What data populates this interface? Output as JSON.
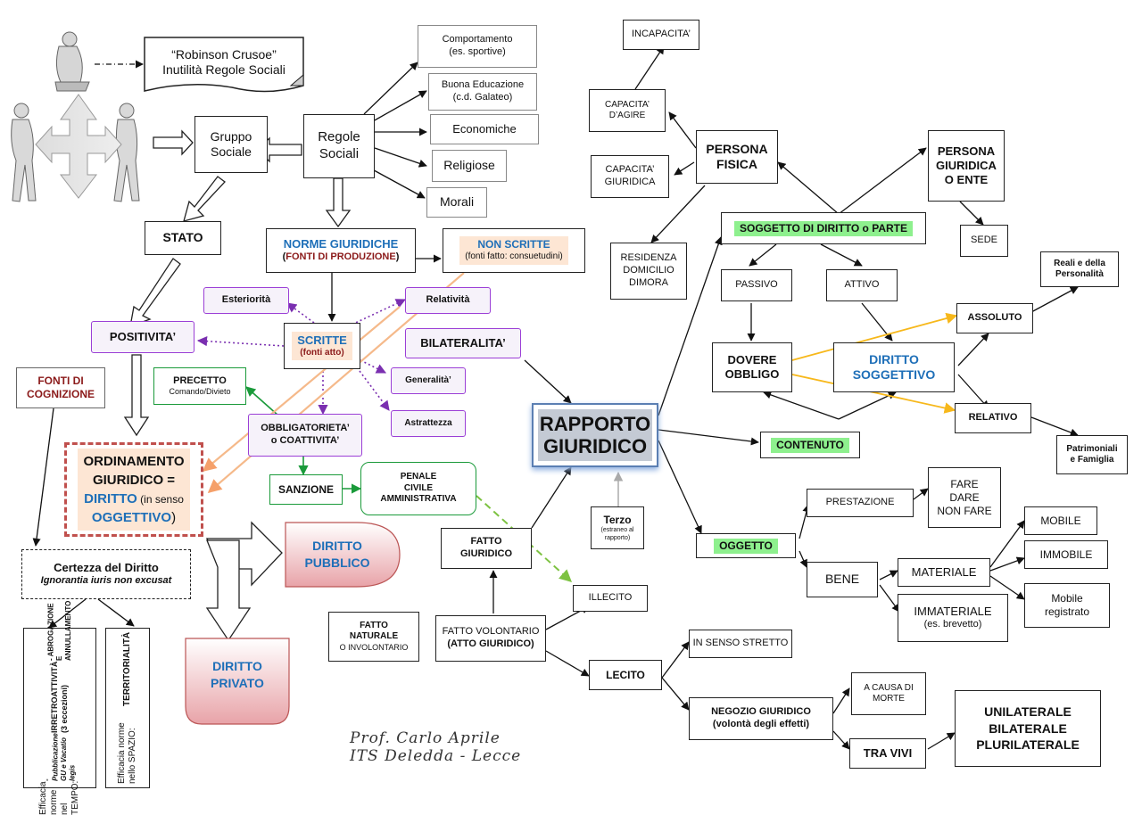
{
  "robinson": {
    "line1": "“Robinson Crusoe”",
    "line2": "Inutilità Regole Sociali"
  },
  "gruppo": {
    "line1": "Gruppo",
    "line2": "Sociale"
  },
  "regole": {
    "line1": "Regole",
    "line2": "Sociali"
  },
  "comportamento": {
    "line1": "Comportamento",
    "line2": "(es. sportive)"
  },
  "buona": {
    "line1": "Buona Educazione",
    "line2": "(c.d. Galateo)"
  },
  "economiche": "Economiche",
  "religiose": "Religiose",
  "morali": "Morali",
  "stato": "STATO",
  "norme": {
    "line1": "NORME GIURIDICHE",
    "line2a": "(",
    "line2b": "FONTI DI PRODUZIONE",
    "line2c": ")"
  },
  "non_scritte": {
    "line1": "NON SCRITTE",
    "line2": "(fonti fatto:  consuetudini)"
  },
  "esteriorita": "Esteriorità",
  "relativita": "Relatività",
  "positivita": "POSITIVITA’",
  "scritte": {
    "line1": "SCRITTE",
    "line2": "(fonti atto)"
  },
  "bilateralita": "BILATERALITA’",
  "precetto": {
    "line1": "PRECETTO",
    "line2": "Comando/Divieto"
  },
  "generalita": "Generalità’",
  "astrattezza": "Astrattezza",
  "fonti_cognizione": {
    "line1": "FONTI DI",
    "line2": "COGNIZIONE"
  },
  "obbligatorieta": {
    "line1": "OBBLIGATORIETA’",
    "line2": "o COATTIVITA’"
  },
  "ordinamento": {
    "line1": "ORDINAMENTO",
    "line2": "GIURIDICO   =",
    "line3a": "DIRITTO",
    "line3b": " (in senso",
    "line4a": "OGGETTIVO",
    "line4b": ")"
  },
  "sanzione": "SANZIONE",
  "penale": {
    "line1": "PENALE",
    "line2": "CIVILE",
    "line3": "AMMINISTRATIVA"
  },
  "diritto_pubblico": {
    "line1": "DIRITTO",
    "line2": "PUBBLICO"
  },
  "diritto_privato": {
    "line1": "DIRITTO",
    "line2": "PRIVATO"
  },
  "certezza": {
    "line1": "Certezza del Diritto",
    "line2": "Ignorantia iuris non excusat"
  },
  "tempo": {
    "line1": "Efficacia norme nel TEMPO:",
    "line2": "-  Pubblicazione  GU e Vacatio legis",
    "line3": "IRRETROATTIVITÀ (3 eccezioni)",
    "line4": "-  ABROGAZIONE E ANNULLAMENTO"
  },
  "spazio": {
    "line1": "Efficacia norme nello SPAZIO:",
    "line2": "TERRITORIALITÀ"
  },
  "signature": {
    "line1": "Prof. Carlo Aprile",
    "line2": "ITS Deledda - Lecce"
  },
  "incapacita": "INCAPACITA’",
  "capacita_agire": {
    "line1": "CAPACITA’",
    "line2": "D’AGIRE"
  },
  "capacita_giuridica": {
    "line1": "CAPACITA’",
    "line2": "GIURIDICA"
  },
  "persona_fisica": {
    "line1": "PERSONA",
    "line2": "FISICA"
  },
  "persona_giuridica": {
    "line1": "PERSONA",
    "line2": "GIURIDICA",
    "line3": "O ENTE"
  },
  "residenza": {
    "line1": "RESIDENZA",
    "line2": "DOMICILIO",
    "line3": "DIMORA"
  },
  "soggetto": "SOGGETTO DI DIRITTO o  PARTE",
  "sede": "SEDE",
  "passivo": "PASSIVO",
  "attivo": "ATTIVO",
  "reali": {
    "line1": "Reali e della",
    "line2": "Personalità"
  },
  "assoluto": "ASSOLUTO",
  "dovere": {
    "line1": "DOVERE",
    "line2": "OBBLIGO"
  },
  "diritto_sogg": {
    "line1": "DIRITTO",
    "line2": "SOGGETTIVO"
  },
  "relativo": "RELATIVO",
  "rapporto": {
    "line1": "RAPPORTO",
    "line2": "GIURIDICO"
  },
  "contenuto": "CONTENUTO",
  "patrimoniali": {
    "line1": "Patrimoniali",
    "line2": "e Famiglia"
  },
  "terzo": {
    "line1": "Terzo",
    "line2": "(estraneo al",
    "line3": "rapporto)"
  },
  "fatto_giuridico": {
    "line1": "FATTO",
    "line2": "GIURIDICO"
  },
  "prestazione": "PRESTAZIONE",
  "fare": {
    "line1": "FARE",
    "line2": "DARE",
    "line3": "NON FARE"
  },
  "oggetto": "OGGETTO",
  "mobile": "MOBILE",
  "bene": "BENE",
  "materiale": "MATERIALE",
  "immobile": "IMMOBILE",
  "immateriale": {
    "line1": "IMMATERIALE",
    "line2": "(es. brevetto)"
  },
  "mobile_registrato": {
    "line1": "Mobile",
    "line2": "registrato"
  },
  "illecito": "ILLECITO",
  "fatto_naturale": {
    "line1": "FATTO",
    "line2": "NATURALE",
    "line3": "O INVOLONTARIO"
  },
  "fatto_volontario": {
    "line1": "FATTO VOLONTARIO",
    "line2": "(ATTO GIURIDICO)"
  },
  "senso_stretto": "IN SENSO STRETTO",
  "lecito": "LECITO",
  "causa_morte": {
    "line1": "A CAUSA DI",
    "line2": "MORTE"
  },
  "unilaterale": {
    "line1": "UNILATERALE",
    "line2": "BILATERALE",
    "line3": "PLURILATERALE"
  },
  "negozio": {
    "line1": "NEGOZIO GIURIDICO",
    "line2": "(volontà degli effetti)"
  },
  "tra_vivi": "TRA VIVI",
  "colors": {
    "purple": "#9b3fd6",
    "green": "#1a9a3a",
    "orange": "#f5b98a",
    "yellow": "#f7b81b",
    "blue": "#1e6fb8",
    "darkred": "#8b1a1a",
    "highlight_green": "#8ef08e"
  }
}
